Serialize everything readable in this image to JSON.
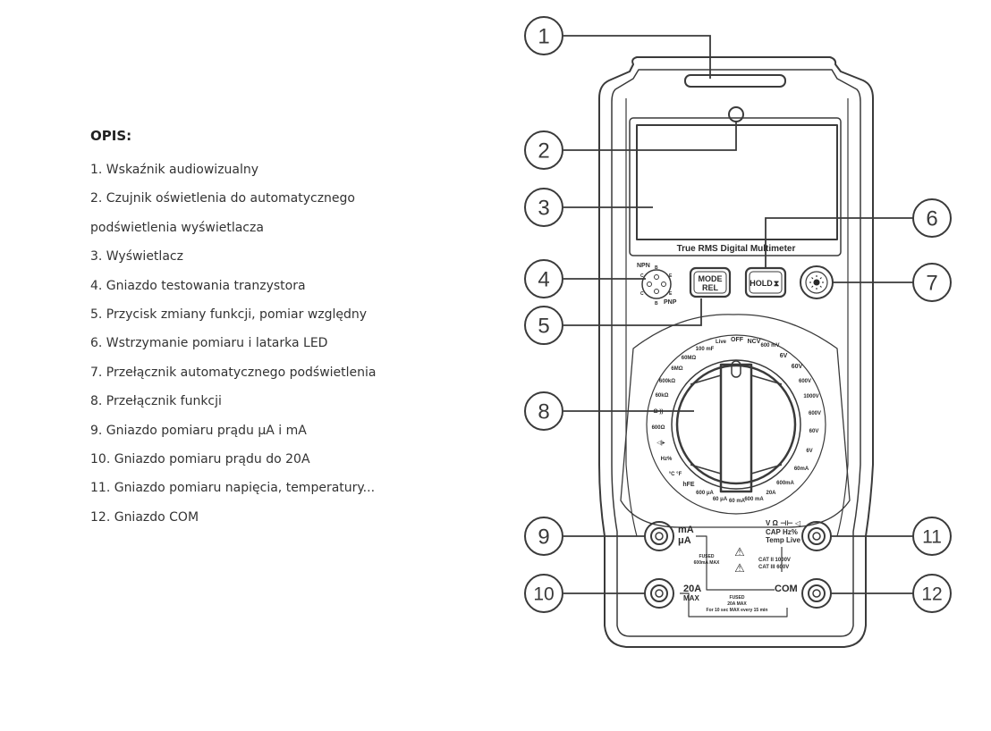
{
  "description": {
    "heading": "OPIS:",
    "lines": [
      "1. Wskaźnik audiowizualny",
      "2. Czujnik oświetlenia do automatycznego",
      "podświetlenia wyświetlacza",
      "3. Wyświetlacz",
      "4. Gniazdo testowania tranzystora",
      "5. Przycisk zmiany funkcji, pomiar względny",
      "6. Wstrzymanie pomiaru i latarka LED",
      "7. Przełącznik automatycznego podświetlenia",
      "8. Przełącznik funkcji",
      "9. Gniazdo pomiaru prądu μA i mA",
      "10. Gniazdo pomiaru prądu do 20A",
      "11. Gniazdo pomiaru napięcia, temperatury...",
      "12. Gniazdo COM"
    ]
  },
  "diagram": {
    "callouts": [
      "1",
      "2",
      "3",
      "4",
      "5",
      "6",
      "7",
      "8",
      "9",
      "10",
      "11",
      "12"
    ],
    "device_title": "True RMS Digital Multimeter",
    "buttons": {
      "mode_line1": "MODE",
      "mode_line2": "REL",
      "hold": "HOLD",
      "hold_symbol": "⧗"
    },
    "transistor_labels": {
      "npn": "NPN",
      "pnp": "PNP",
      "b1": "B",
      "b2": "B",
      "c1": "C",
      "e1": "E",
      "c2": "C",
      "e2": "E"
    },
    "dial_labels": [
      "OFF",
      "NCV",
      "600 mV",
      "6V",
      "60V",
      "600V",
      "1000V",
      "600V",
      "60V",
      "6V",
      "60mA",
      "600mA",
      "20A",
      "600 mA",
      "60 mA",
      "60 μA",
      "600 μA",
      "hFE",
      "°C °F",
      "Hz%",
      "◁|▸",
      "600Ω",
      "Ω·))",
      "60kΩ",
      "600kΩ",
      "6MΩ",
      "60MΩ",
      "100 mF",
      "Live"
    ],
    "jacks": {
      "ma_label": "mA",
      "ua_label": "μA",
      "a20_label": "20A",
      "a20_max": "MAX",
      "vohm_label": "V Ω ⊣⊢ ◁",
      "cap_label": "CAP Hz%",
      "temp_label": "Temp Live",
      "com_label": "COM",
      "fused_ma": "FUSED",
      "fused_ma_rating": "600mA MAX",
      "fused_a": "FUSED",
      "fused_a_rating": "20A MAX",
      "fused_a_note": "For 10 sec MAX every 15 min",
      "cat_ii": "CAT II 1000V",
      "cat_iii": "CAT III 600V",
      "warning_symbol": "⚠"
    }
  }
}
